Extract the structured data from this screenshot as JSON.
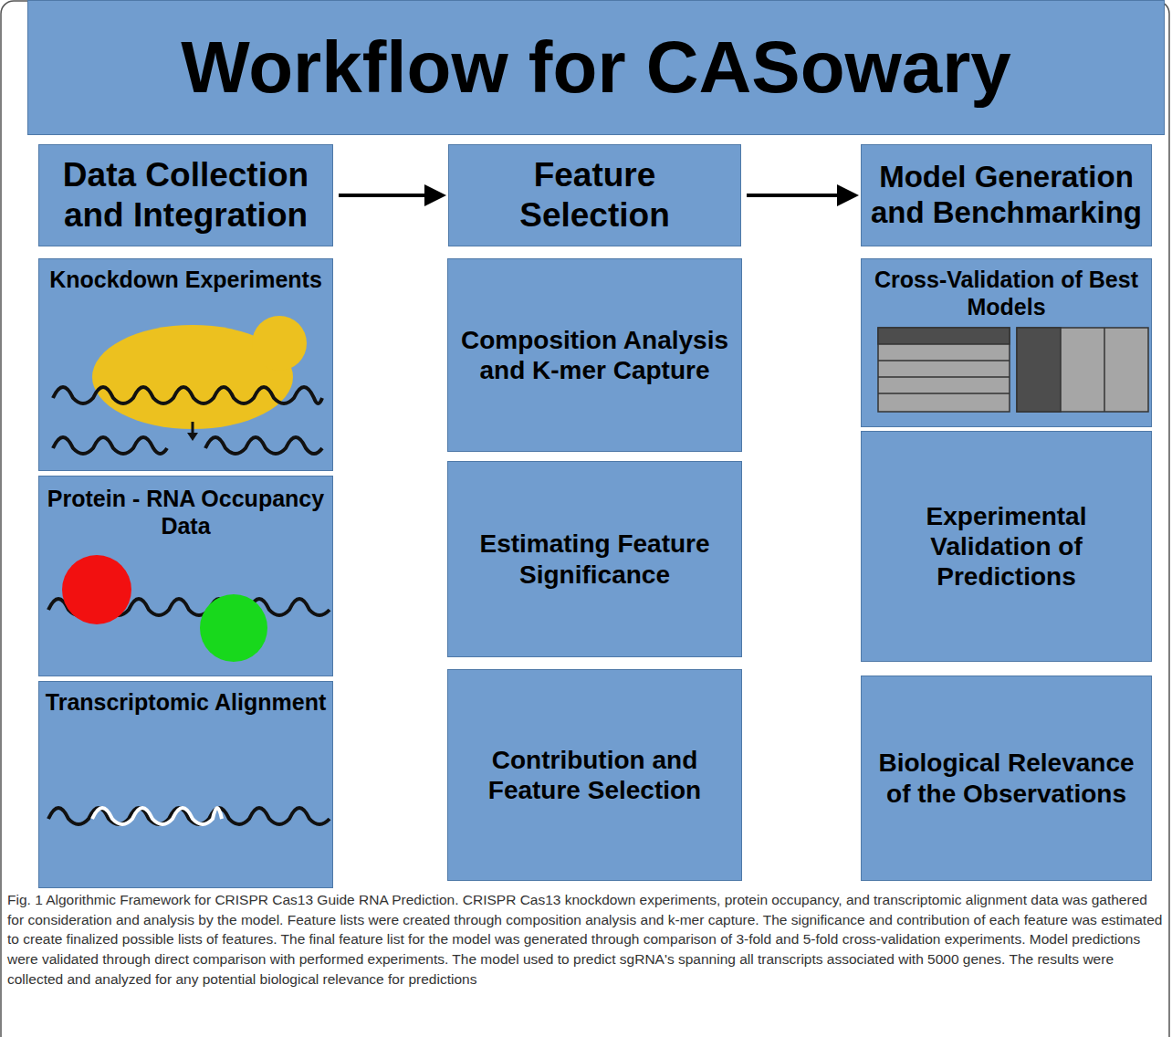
{
  "diagram": {
    "title": "Workflow for CASowary",
    "caption": "Fig. 1 Algorithmic Framework for CRISPR Cas13 Guide RNA Prediction. CRISPR Cas13 knockdown experiments, protein occupancy, and transcriptomic alignment data was gathered for consideration and analysis by the model. Feature lists were created through composition analysis and k-mer capture. The significance and contribution of each feature was estimated to create finalized possible lists of features. The final feature list for the model was generated through comparison of 3-fold and 5-fold cross-validation experiments. Model predictions were validated through direct comparison with performed experiments. The model used to predict sgRNA's spanning all transcripts associated with 5000 genes. The results were collected and analyzed for any potential biological relevance for predictions",
    "nodes": [
      {
        "text": [
          "Data Collection and Integration"
        ]
      },
      {
        "text": [
          "Knockdown Experiments"
        ]
      },
      {
        "text": [
          "Protein - RNA Occupancy Data"
        ]
      },
      {
        "text": [
          "Transcriptomic Alignment"
        ]
      },
      {
        "text": [
          "Feature Selection"
        ]
      },
      {
        "text": [
          "Composition Analysis and K-mer Capture"
        ]
      },
      {
        "text": [
          "Estimating Feature Significance"
        ]
      },
      {
        "text": [
          "Contribution and Feature Selection"
        ]
      },
      {
        "text": [
          "Model Generation and Benchmarking"
        ]
      },
      {
        "text": [
          "Cross-Validation of Best Models"
        ]
      },
      {
        "text": [
          "Experimental Validation of Predictions"
        ]
      },
      {
        "text": [
          "Biological Relevance of the Observations"
        ]
      }
    ],
    "edges": [
      {
        "from": 0,
        "to": 4,
        "arrow": "to"
      },
      {
        "from": 4,
        "to": 8,
        "arrow": "to"
      }
    ]
  }
}
